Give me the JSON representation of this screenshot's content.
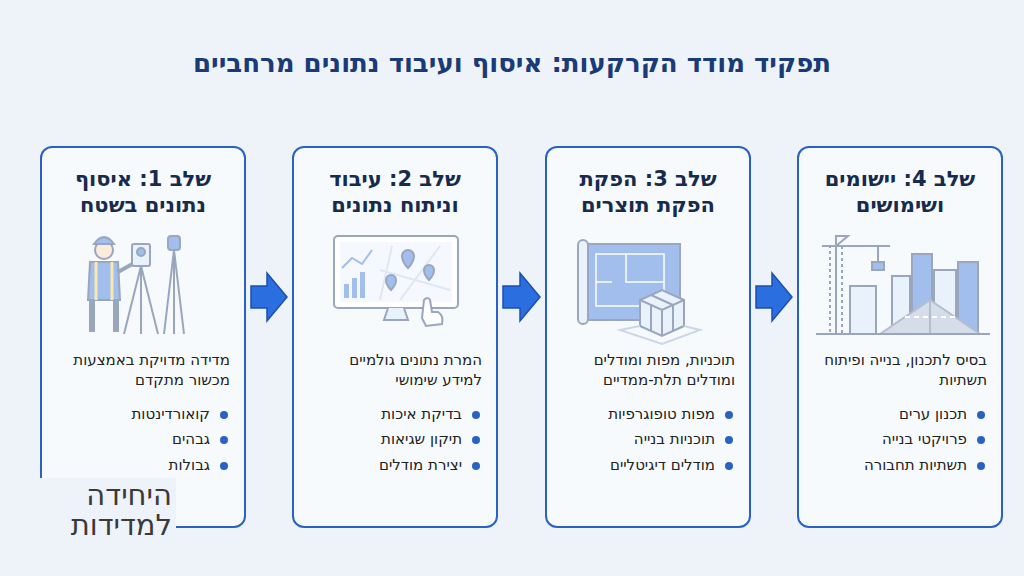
{
  "diagram": {
    "title": "תפקיד מודד הקרקעות: איסוף ועיבוד נתונים מרחביים",
    "nodes": [
      {
        "text": [
          "שלב 1: איסוף נתונים בשטח",
          "מדידה מדויקת באמצעות מכשור מתקדם",
          "קואורדינטות",
          "גבהים",
          "גבולות"
        ]
      },
      {
        "text": [
          "שלב 2: עיבוד וניתוח נתונים",
          "המרת נתונים גולמיים למידע שימושי",
          "בדיקת איכות",
          "תיקון שגיאות",
          "יצירת מודלים"
        ]
      },
      {
        "text": [
          "שלב 3: הפקת הפקת תוצרים",
          "תוכניות, מפות ומודלים ומודלים תלת-ממדיים",
          "מפות טופוגרפיות",
          "תוכניות בנייה",
          "מודלים דיגיטליים"
        ]
      },
      {
        "text": [
          "שלב 4: יישומים ושימושים",
          "בסיס לתכנון, בנייה ופיתוח תשתיות",
          "תכנון ערים",
          "פרויקטי בנייה",
          "תשתיות תחבורה"
        ]
      }
    ],
    "edges": [
      {
        "from": 0,
        "to": 1,
        "arrow": "to"
      },
      {
        "from": 1,
        "to": 2,
        "arrow": "to"
      },
      {
        "from": 2,
        "to": 3,
        "arrow": "to"
      }
    ],
    "labels": [
      "היחידה למדידות"
    ]
  }
}
